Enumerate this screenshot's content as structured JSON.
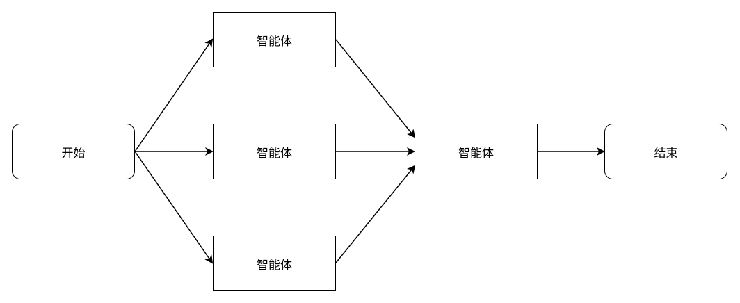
{
  "nodes": {
    "start": {
      "label": "开始"
    },
    "agent_top": {
      "label": "智能体"
    },
    "agent_middle": {
      "label": "智能体"
    },
    "agent_bottom": {
      "label": "智能体"
    },
    "agent_merge": {
      "label": "智能体"
    },
    "end": {
      "label": "结束"
    }
  },
  "colors": {
    "stroke": "#000000",
    "background": "#ffffff"
  }
}
